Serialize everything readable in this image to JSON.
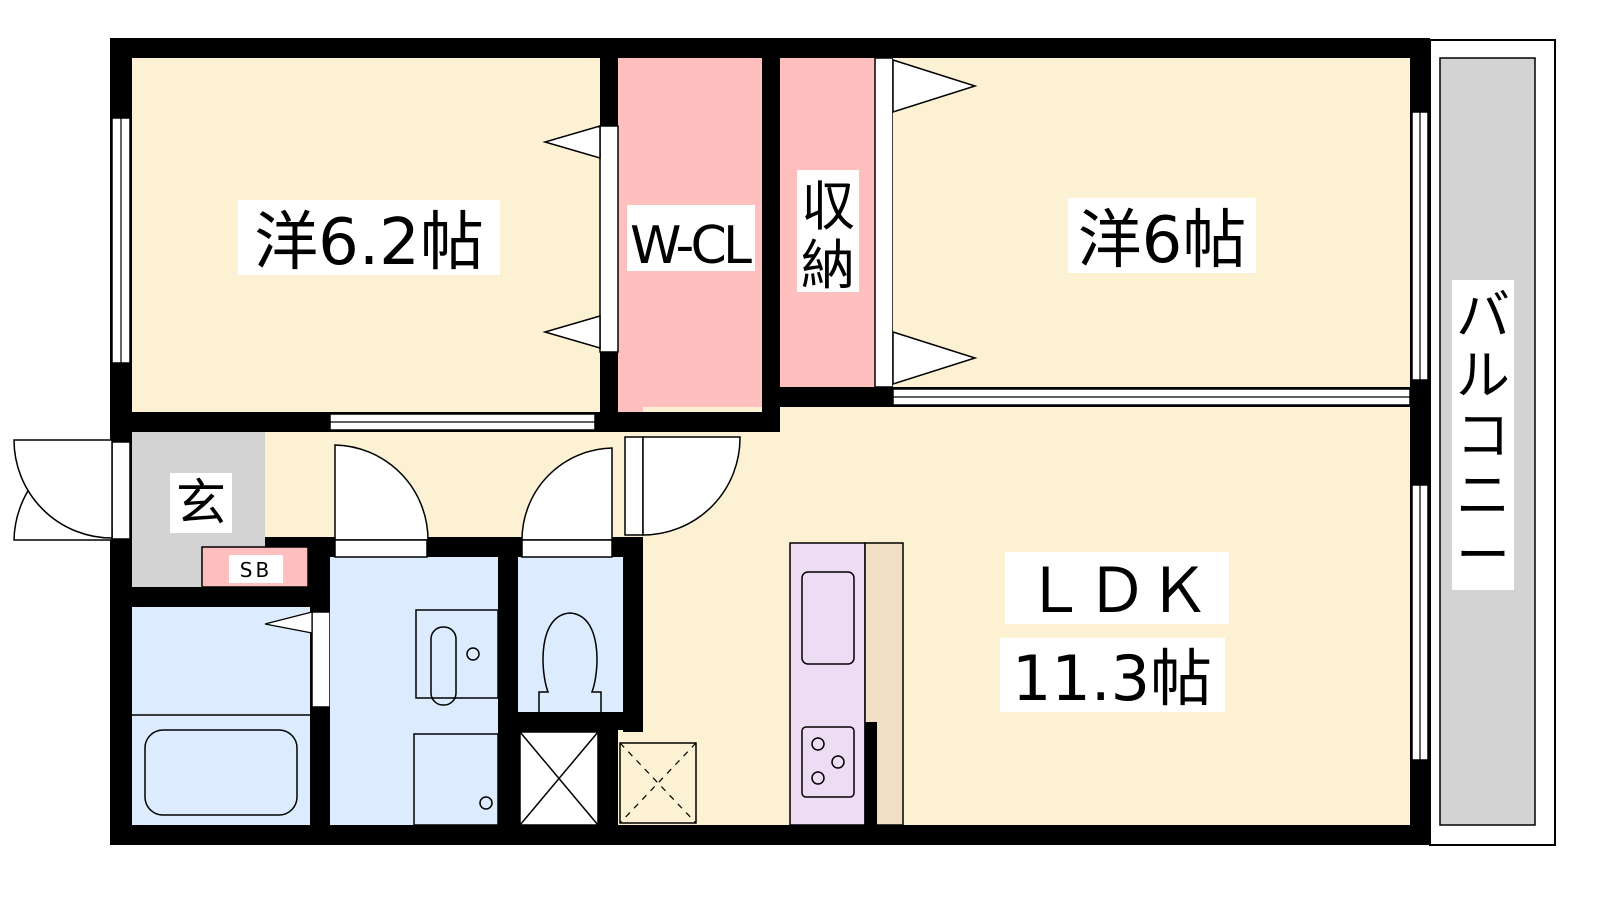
{
  "rooms": {
    "western_room_1": "洋6.2帖",
    "walk_in_closet": "W-CL",
    "storage_top": "収",
    "storage_bottom": "納",
    "western_room_2": "洋6帖",
    "balcony": [
      "バ",
      "ル",
      "コ",
      "ニ",
      "ー"
    ],
    "entrance": "玄",
    "shoe_box": "SB",
    "ldk_name": "ＬＤＫ",
    "ldk_size": "11.3帖"
  },
  "colors": {
    "wall": "#000000",
    "room": "#FDF1D3",
    "closet": "#FFBFBF",
    "wet_area": "#DCEBFD",
    "entrance": "#D3D3D3",
    "kitchen": "#EEDCF5",
    "counter": "#F1DFC5",
    "balcony": "#D3D3D3"
  }
}
